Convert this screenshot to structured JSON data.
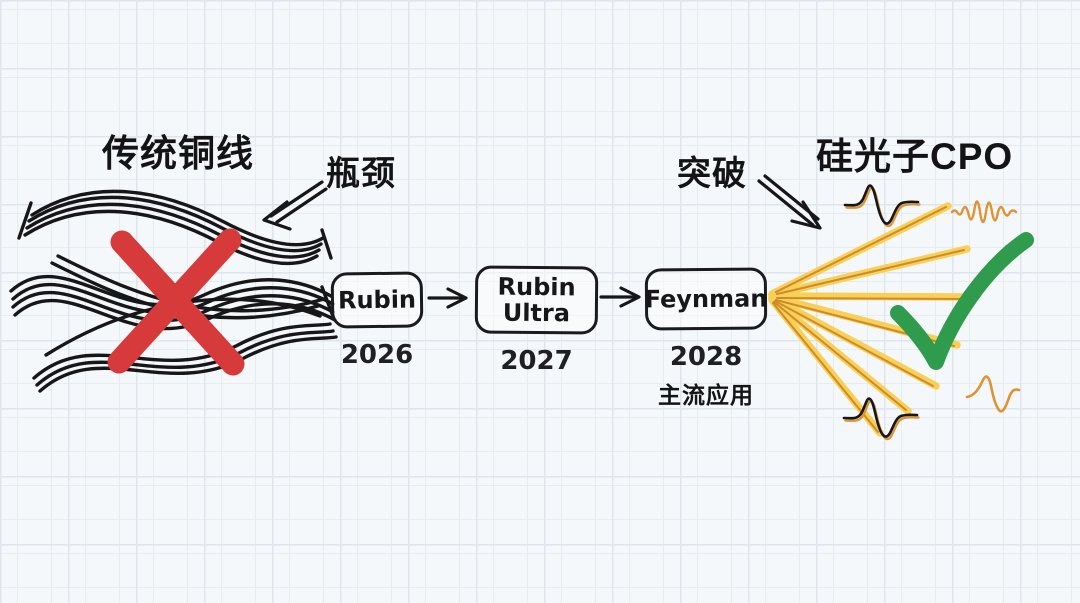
{
  "diagram": {
    "left_label": "传统铜线",
    "bottleneck_label": "瓶颈",
    "breakthrough_label": "突破",
    "right_label": "硅光子CPO",
    "timeline": [
      {
        "name": "Rubin",
        "year": "2026",
        "note": ""
      },
      {
        "name": "Rubin Ultra",
        "year": "2027",
        "note": ""
      },
      {
        "name": "Feynman",
        "year": "2028",
        "note": "主流应用"
      }
    ],
    "colors": {
      "background": "#f5f8fa",
      "grid_line": "#dee5ec",
      "ink": "#17171a",
      "reject_x_red": "#d63a3a",
      "ray_yellow": "#f8d055",
      "ray_orange": "#d08a2e",
      "check_green": "#2f9b4d",
      "wavelet_orange": "#dd9434"
    },
    "icons": {
      "copper_wires": "copper-wire-scribble",
      "rejection": "red-x-icon",
      "approval": "checkmark-icon",
      "light_fan": "light-ray-fan-icon",
      "pulses": [
        "wavelet-icon",
        "burst-wavelet-icon"
      ]
    }
  }
}
